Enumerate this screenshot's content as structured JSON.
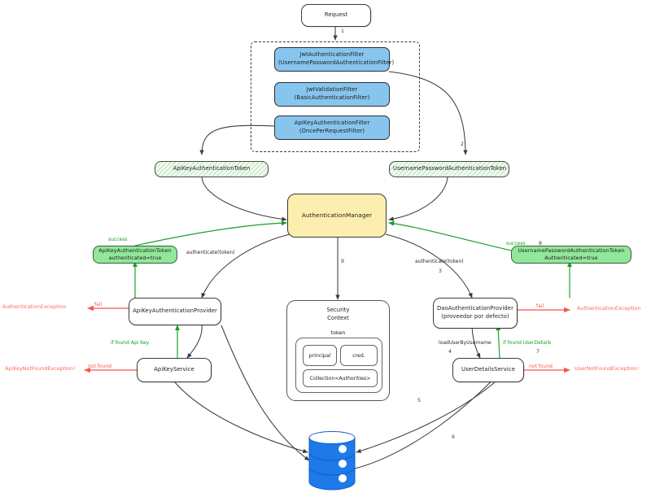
{
  "diagram": {
    "title": "Spring Security Authentication Flow",
    "type": "flow-diagram",
    "colors": {
      "filter_fill": "#87c5ee",
      "manager_fill": "#fbeeaf",
      "success_token_fill": "#91e79a",
      "token_hatch": "#78c878",
      "database_fill": "#1e7ae8",
      "success_edge": "#13a020",
      "error_edge": "#f4554a",
      "default_edge": "#3c3c3c"
    }
  },
  "nodes": {
    "request": {
      "label": "Request"
    },
    "filters": [
      {
        "line1": "JwtAuthenticationFilter",
        "line2": "(UsernamePasswordAuthenticationFilter)"
      },
      {
        "line1": "JwtValidationFilter",
        "line2": "(BasicAuthenticationFilter)"
      },
      {
        "line1": "ApiKeyAuthenticationFilter",
        "line2": "(OncePerRequestFilter)"
      }
    ],
    "apikey_token": {
      "label": "ApiKeyAuthenticationToken"
    },
    "userpass_token": {
      "label": "UsernamePasswordAuthenticationToken"
    },
    "manager": {
      "label": "AuthenticationManager"
    },
    "apikey_success_token": {
      "line1": "ApiKeyAuthenticationToken",
      "line2": "authenticated=true"
    },
    "userpass_success_token": {
      "line1": "UsernamePasswordAuthenticationToken",
      "line2": "Authenticated=true"
    },
    "apikey_provider": {
      "label": "ApiKeyAuthenticationProvider"
    },
    "dao_provider": {
      "line1": "DaoAuthenticationProvider",
      "line2": "(proveedor por defecto)"
    },
    "apikey_service": {
      "label": "ApiKeyService"
    },
    "userdetails_service": {
      "label": "UserDetailsService"
    },
    "security_context": {
      "title_line1": "Security",
      "title_line2": "Context",
      "token_label": "token",
      "principal": "principal",
      "credentials": "cred.",
      "authorities": "Collection<Authorities>"
    },
    "database": {
      "label": "database-cylinder"
    }
  },
  "exceptions": {
    "apikey_auth_exception": "AuthenticationException",
    "apikey_notfound_exception": "ApiKeyNotFoundException!",
    "dao_auth_exception": "AuthenticationException",
    "user_notfound_exception": "UserNotFoundException!"
  },
  "edge_labels": {
    "n1": "1",
    "n2": "2",
    "n3": "3",
    "n4": "4",
    "n5": "5",
    "n6": "6",
    "n7": "7",
    "n8": "8",
    "n9": "9",
    "authenticate_left": "authenticate(token)",
    "authenticate_right": "authenticate(token)",
    "success_left": "success",
    "success_right": "success",
    "fail_left": "fail",
    "fail_right": "fail",
    "not_found_left": "not found",
    "not_found_right": "not found",
    "if_found_api_key": "if found Api Key",
    "if_found_userdetails": "if found UserDetails",
    "load_user_by_username": "loadUserByUsername"
  }
}
